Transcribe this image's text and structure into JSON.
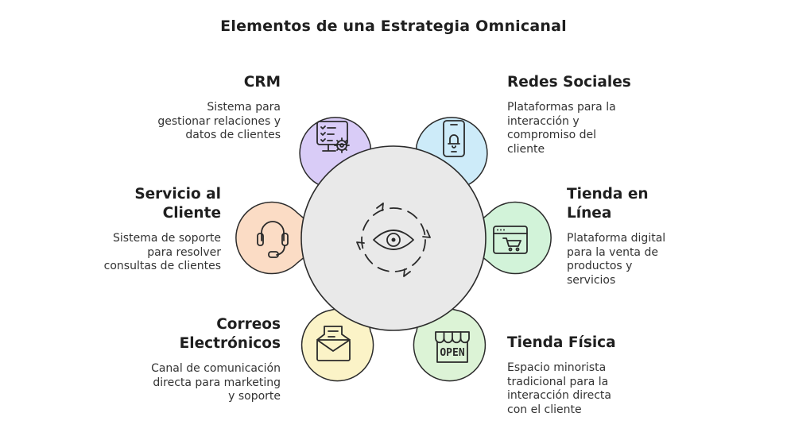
{
  "title": "Elementos de una Estrategia Omnicanal",
  "center": {
    "icon": "eye-cycle-icon"
  },
  "elements": [
    {
      "key": "crm",
      "title": "CRM",
      "description": "Sistema para gestionar relaciones y datos de clientes",
      "icon": "monitor-gear-icon",
      "color": "#d9ccf7"
    },
    {
      "key": "social",
      "title": "Redes Sociales",
      "description": "Plataformas para la interacción y compromiso del cliente",
      "icon": "smartphone-bell-icon",
      "color": "#cdebf9"
    },
    {
      "key": "service",
      "title": "Servicio al Cliente",
      "description": "Sistema de soporte para resolver consultas de clientes",
      "icon": "headset-icon",
      "color": "#fbdcc5"
    },
    {
      "key": "online",
      "title": "Tienda en Línea",
      "description": "Plataforma digital para la venta de productos y servicios",
      "icon": "browser-cart-icon",
      "color": "#d2f3d9"
    },
    {
      "key": "email",
      "title": "Correos Electrónicos",
      "description": "Canal de comunicación directa para marketing y soporte",
      "icon": "envelope-icon",
      "color": "#fbf3c7"
    },
    {
      "key": "store",
      "title": "Tienda Física",
      "description": "Espacio minorista tradicional para la interacción directa con el cliente",
      "icon": "storefront-open-icon",
      "color": "#dcf3d6",
      "sign": "OPEN"
    }
  ]
}
